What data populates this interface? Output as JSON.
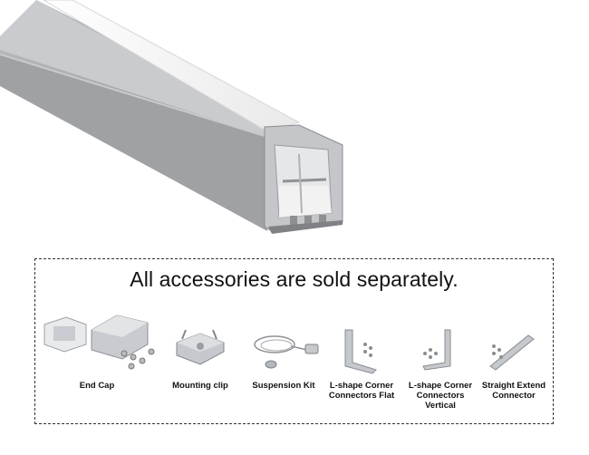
{
  "notice": "All accessories are sold separately.",
  "accessories": [
    {
      "label": "End Cap",
      "icon": "end-cap-icon"
    },
    {
      "label": "Mounting clip",
      "icon": "mounting-clip-icon"
    },
    {
      "label": "Suspension Kit",
      "icon": "suspension-kit-icon"
    },
    {
      "label": "L-shape Corner\nConnectors Flat",
      "icon": "l-corner-flat-icon"
    },
    {
      "label": "L-shape Corner\nConnectors Vertical",
      "icon": "l-corner-vertical-icon"
    },
    {
      "label": "Straight Extend\nConnector",
      "icon": "straight-connector-icon"
    }
  ],
  "colors": {
    "aluminum": "#a9abae",
    "diffuser": "#f4f4f4",
    "border": "#333333"
  }
}
